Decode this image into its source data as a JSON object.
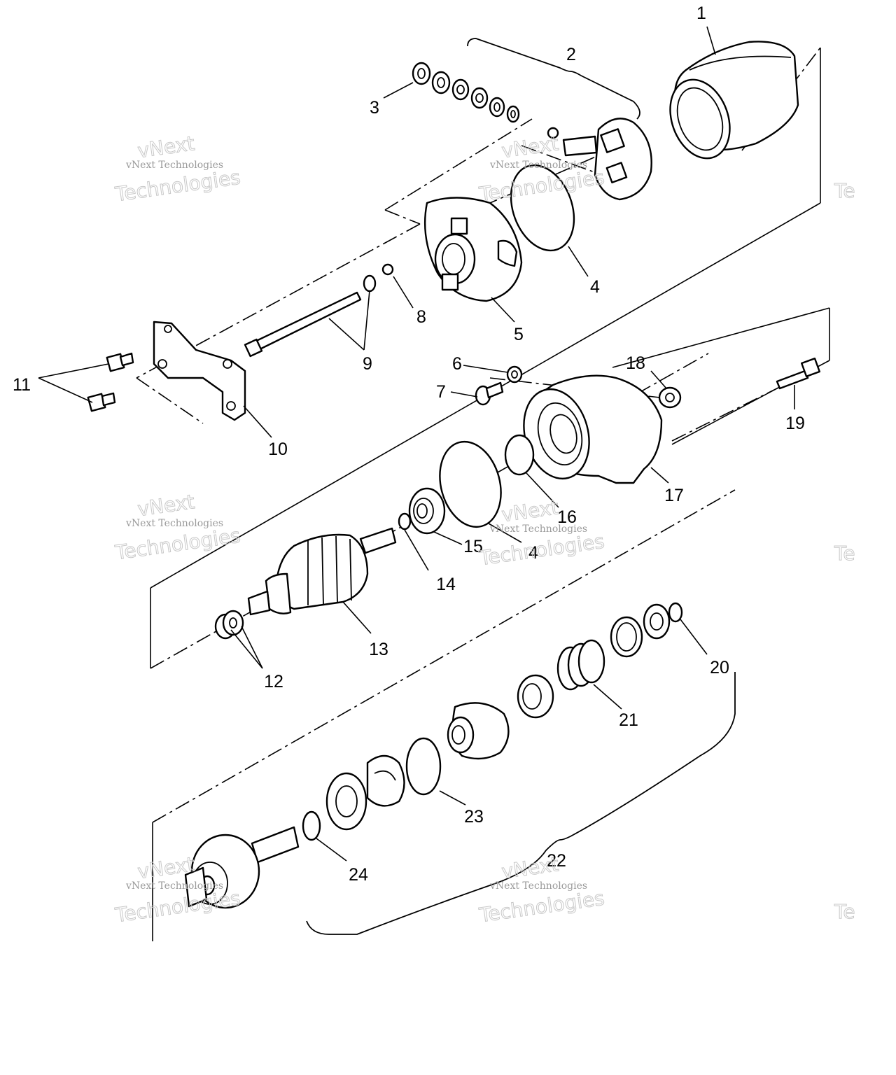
{
  "diagram": {
    "callouts": [
      "1",
      "2",
      "3",
      "4",
      "5",
      "6",
      "7",
      "8",
      "9",
      "10",
      "11",
      "12",
      "13",
      "14",
      "15",
      "16",
      "17",
      "18",
      "19",
      "20",
      "21",
      "22",
      "23",
      "24"
    ],
    "second_labels": {
      "4b": "4"
    },
    "watermark": {
      "small": "vNext Technologies",
      "big1": "vNext",
      "big2": "Technologies",
      "edge": "Te"
    }
  }
}
